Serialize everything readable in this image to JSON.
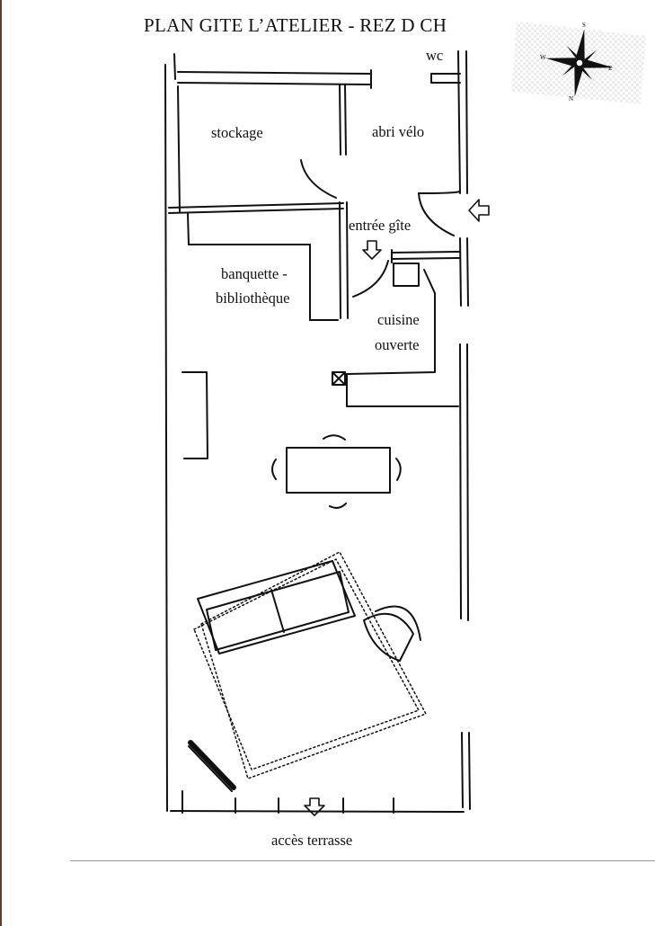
{
  "title": "PLAN GITE L’ATELIER - REZ D CH",
  "rooms": {
    "wc": "wc",
    "stockage": "stockage",
    "abri_velo": "abri vélo",
    "entree": "entrée gîte",
    "banquette_line1": "banquette -",
    "banquette_line2": "bibliothèque",
    "cuisine_line1": "cuisine",
    "cuisine_line2": "ouverte",
    "terrasse": "accès terrasse"
  },
  "compass": {
    "north": "N",
    "south": "S",
    "east": "E",
    "west": "W"
  },
  "icons": [
    "compass-rose-icon",
    "entry-arrow-icon",
    "terrace-arrow-icon"
  ]
}
